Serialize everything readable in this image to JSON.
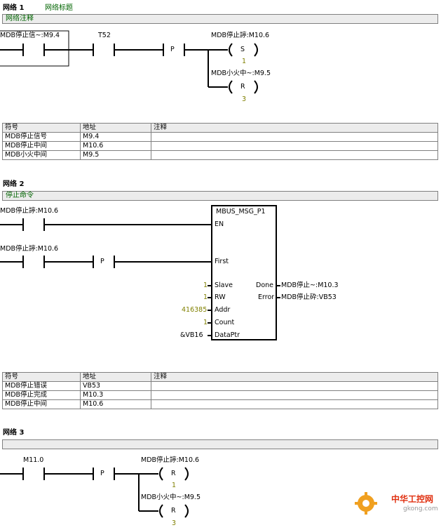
{
  "networks": [
    {
      "label": "网络 1",
      "title": "网络标题",
      "comment": "网络注释",
      "contact1": "MDB停止信~:M9.4",
      "contact2": "T52",
      "p_label": "P",
      "coil_set": {
        "operand": "MDB停止諪:M10.6",
        "symbol": "S",
        "n": "1"
      },
      "coil_reset": {
        "operand": "MDB小火中~:M9.5",
        "symbol": "R",
        "n": "3"
      },
      "table": {
        "headers": [
          "符号",
          "地址",
          "注释"
        ],
        "rows": [
          [
            "MDB停止信号",
            "M9.4",
            ""
          ],
          [
            "MDB停止中间",
            "M10.6",
            ""
          ],
          [
            "MDB小火中间",
            "M9.5",
            ""
          ]
        ]
      }
    },
    {
      "label": "网络 2",
      "comment": "停止命令",
      "contact_en": "MDB停止諪:M10.6",
      "contact_first": "MDB停止諪:M10.6",
      "p_label": "P",
      "block": {
        "name": "MBUS_MSG_P1",
        "pins_left": [
          "EN",
          "First",
          "Slave",
          "RW",
          "Addr",
          "Count",
          "DataPtr"
        ],
        "pins_right": [
          "Done",
          "Error"
        ],
        "values_left": {
          "Slave": "1",
          "RW": "1",
          "Addr": "416385",
          "Count": "1",
          "DataPtr": "&VB16"
        },
        "outputs": {
          "Done": "MDB停止~:M10.3",
          "Error": "MDB停止砕:VB53"
        }
      },
      "table": {
        "headers": [
          "符号",
          "地址",
          "注释"
        ],
        "rows": [
          [
            "MDB停止错误",
            "VB53",
            ""
          ],
          [
            "MDB停止完成",
            "M10.3",
            ""
          ],
          [
            "MDB停止中间",
            "M10.6",
            ""
          ]
        ]
      }
    },
    {
      "label": "网络 3",
      "comment": "",
      "contact1": "M11.0",
      "p_label": "P",
      "coil_reset1": {
        "operand": "MDB停止諪:M10.6",
        "symbol": "R",
        "n": "1"
      },
      "coil_reset2": {
        "operand": "MDB小火中~:M9.5",
        "symbol": "R",
        "n": "3"
      }
    }
  ],
  "watermark": {
    "text": "中华工控网",
    "url": "gkong.com"
  }
}
